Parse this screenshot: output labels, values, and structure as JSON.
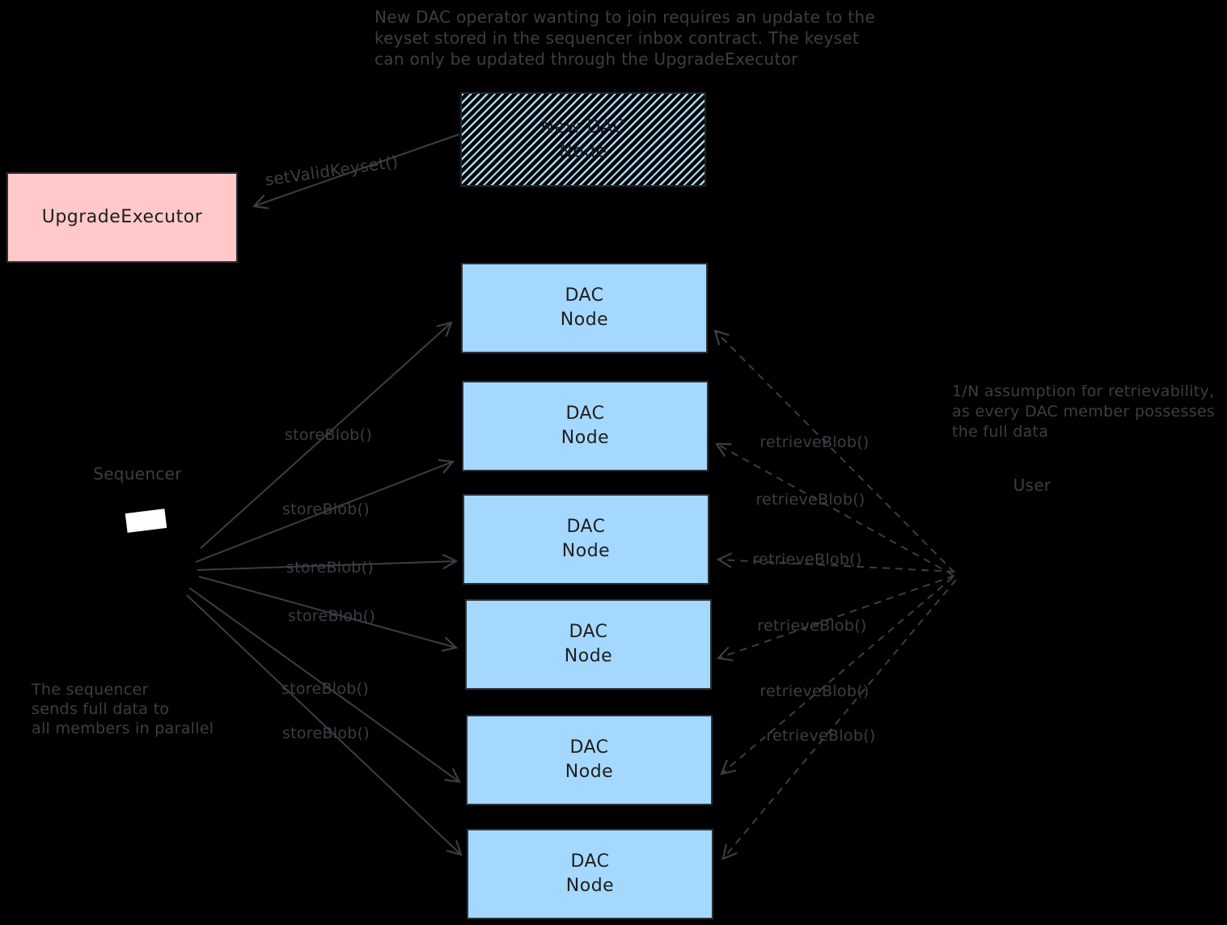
{
  "colors": {
    "background": "#000000",
    "node-fill": "#a5d8ff",
    "executor-fill": "#ffc9c9",
    "box-border": "#2b3036",
    "box-text": "#1e1e1e",
    "annotation": "#3a3f45",
    "screen-white": "#ffffff"
  },
  "notes": {
    "keyset": "New DAC operator wanting to join requires an update to the\nkeyset stored in the sequencer inbox contract. The keyset\ncan only be updated through the UpgradeExecutor",
    "retrievability": "1/N assumption for retrievability,\nas every DAC member possesses\nthe full data",
    "parallel": "The sequencer\nsends full data to\nall members in parallel"
  },
  "labels": {
    "sequencer": "Sequencer",
    "user": "User",
    "set_valid_keyset": "setValidKeyset()"
  },
  "boxes": {
    "upgrade_executor": {
      "label": "UpgradeExecutor"
    },
    "new_dac_node": {
      "label": "New DAC\nNode"
    },
    "dac_nodes": [
      {
        "label": "DAC\nNode"
      },
      {
        "label": "DAC\nNode"
      },
      {
        "label": "DAC\nNode"
      },
      {
        "label": "DAC\nNode"
      },
      {
        "label": "DAC\nNode"
      },
      {
        "label": "DAC\nNode"
      }
    ]
  },
  "edges": {
    "store": [
      {
        "label": "storeBlob()"
      },
      {
        "label": "storeBlob()"
      },
      {
        "label": "storeBlob()"
      },
      {
        "label": "storeBlob()"
      },
      {
        "label": "storeBlob()"
      },
      {
        "label": "storeBlob()"
      }
    ],
    "retrieve": [
      {
        "label": "retrieveBlob()"
      },
      {
        "label": "retrieveBlob()"
      },
      {
        "label": "retrieveBlob()"
      },
      {
        "label": "retrieveBlob()"
      },
      {
        "label": "retrieveBlob()"
      },
      {
        "label": "retrieveBlob()"
      }
    ]
  }
}
